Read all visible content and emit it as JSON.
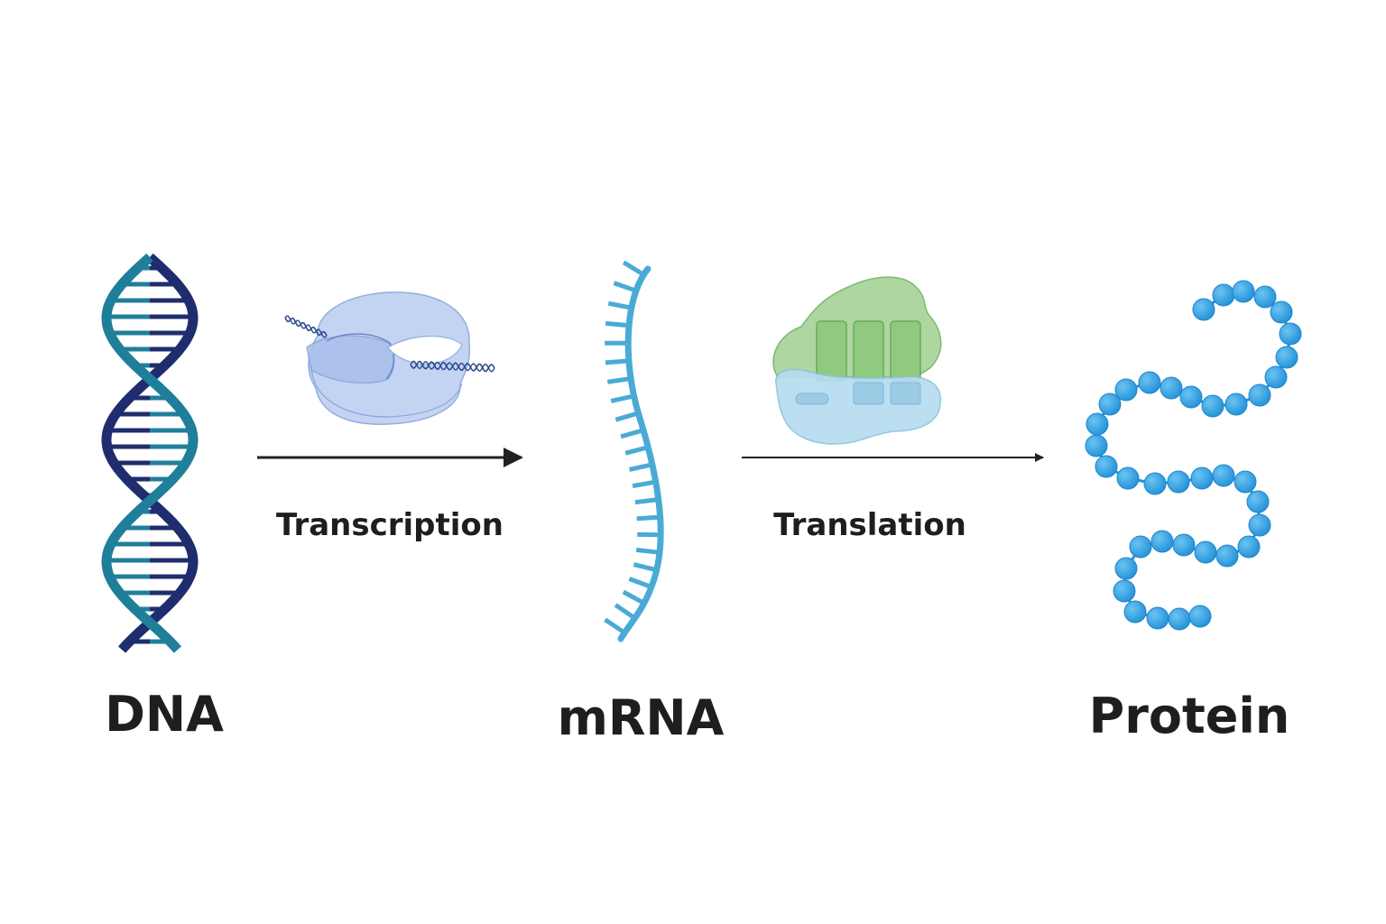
{
  "stages": {
    "dna": "DNA",
    "mrna": "mRNA",
    "protein": "Protein"
  },
  "processes": {
    "transcription": "Transcription",
    "translation": "Translation"
  },
  "colors": {
    "dna_strand_dark": "#1f2d6e",
    "dna_strand_teal": "#1f7f9a",
    "mrna": "#4aaad6",
    "polymerase_fill": "#b9cdf0",
    "ribosome_large": "#a9d39c",
    "ribosome_small": "#a8d4ea",
    "protein_bead": "#2e9ee0",
    "arrow": "#222222",
    "text": "#1e1e1e"
  },
  "icons": {
    "dna": "double-helix-icon",
    "polymerase": "rna-polymerase-icon",
    "mrna": "mrna-strand-icon",
    "ribosome": "ribosome-icon",
    "protein": "amino-acid-chain-icon"
  }
}
